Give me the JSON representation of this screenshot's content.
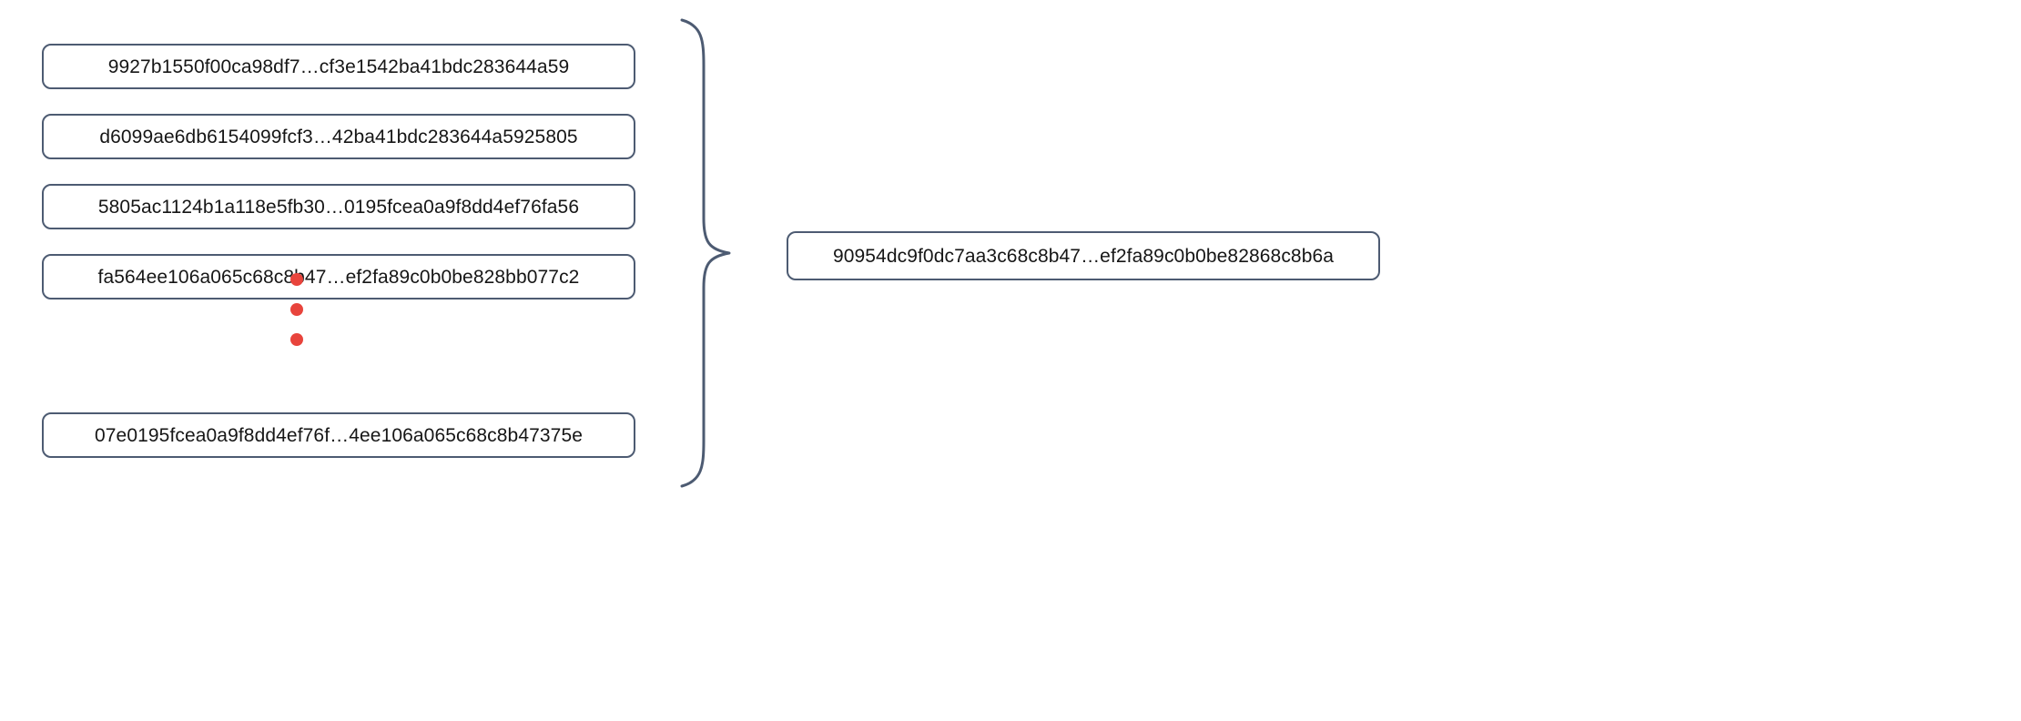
{
  "diagram": {
    "type": "hash-aggregation",
    "inputs": {
      "items": [
        {
          "hash": "9927b1550f00ca98df7…cf3e1542ba41bdc283644a59"
        },
        {
          "hash": "d6099ae6db6154099fcf3…42ba41bdc283644a5925805"
        },
        {
          "hash": "5805ac1124b1a118e5fb30…0195fcea0a9f8dd4ef76fa56"
        },
        {
          "hash": "fa564ee106a065c68c8b47…ef2fa89c0b0be828bb077c2"
        },
        {
          "hash": "07e0195fcea0a9f8dd4ef76f…4ee106a065c68c8b47375e"
        }
      ],
      "ellipsis": {
        "name": "vertical-ellipsis",
        "dot_count": 3,
        "color": "#e8443c"
      }
    },
    "connector": {
      "name": "curly-brace",
      "orientation": "right-pointing",
      "color": "#4d5b72"
    },
    "output": {
      "hash": "90954dc9f0dc7aa3c68c8b47…ef2fa89c0b0be82868c8b6a"
    },
    "colors": {
      "box_border": "#4d5b72",
      "box_fill": "#ffffff",
      "text": "#161616",
      "dot": "#e8443c",
      "background": "#ffffff"
    }
  }
}
